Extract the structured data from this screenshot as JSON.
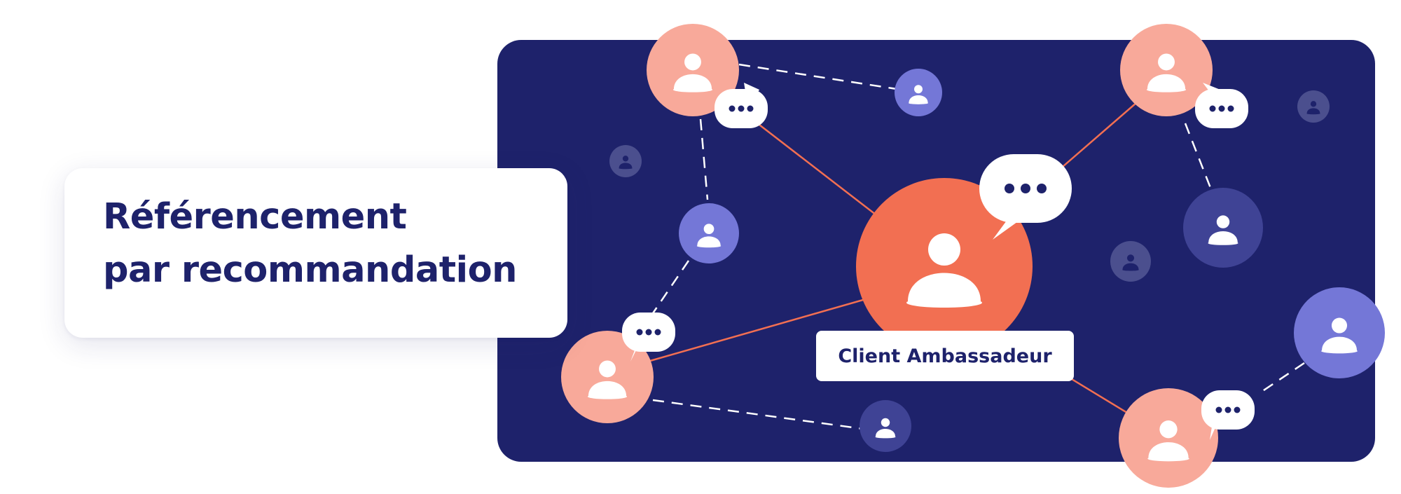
{
  "header": {
    "title_line1": "Référencement",
    "title_line2": "par recommandation"
  },
  "diagram": {
    "center_label": "Client Ambassadeur",
    "icons": {
      "person": "user-icon",
      "speech": "speech-bubble-icon"
    }
  },
  "colors": {
    "panel": "#1e226b",
    "title": "#1e226b",
    "ambassador": "#f26f52",
    "peach": "#f8a99a",
    "violet": "#7477d7",
    "dim_violet": "#3f4395",
    "faint": "#4b4f8e",
    "solid_line": "#f26f52",
    "dashed_line": "#ffffff"
  }
}
